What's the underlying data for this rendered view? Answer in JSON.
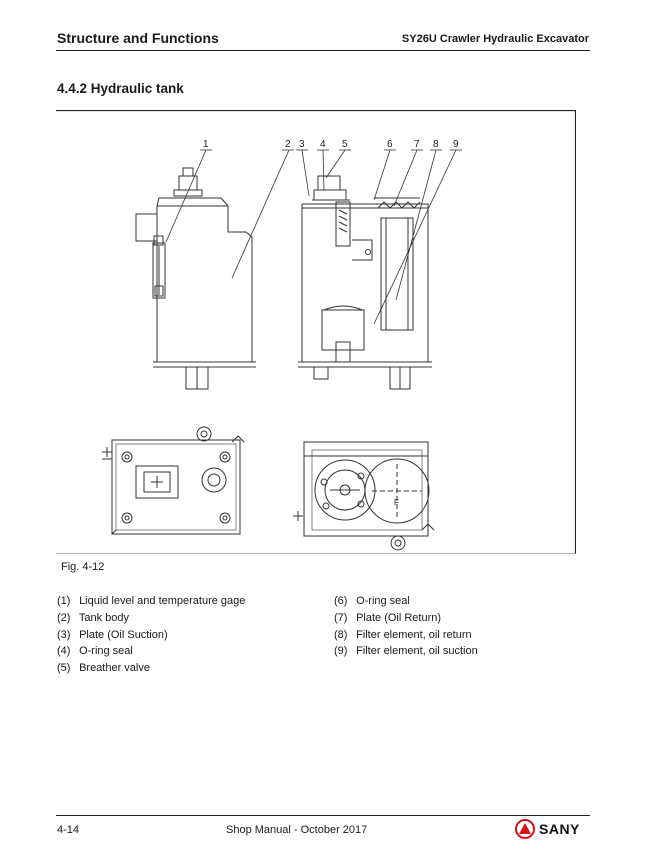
{
  "header": {
    "left": "Structure and Functions",
    "right": "SY26U Crawler Hydraulic Excavator"
  },
  "section_title": "4.4.2  Hydraulic tank",
  "figure": {
    "callouts": [
      "1",
      "2",
      "3",
      "4",
      "5",
      "6",
      "7",
      "8",
      "9"
    ],
    "section_letter": "F",
    "caption": "Fig.  4-12"
  },
  "parts_left": [
    {
      "num": "(1)",
      "label": "Liquid level and temperature gage"
    },
    {
      "num": "(2)",
      "label": "Tank body"
    },
    {
      "num": "(3)",
      "label": "Plate (Oil Suction)"
    },
    {
      "num": "(4)",
      "label": "O-ring seal"
    },
    {
      "num": "(5)",
      "label": "Breather valve"
    }
  ],
  "parts_right": [
    {
      "num": "(6)",
      "label": "O-ring seal"
    },
    {
      "num": "(7)",
      "label": "Plate (Oil Return)"
    },
    {
      "num": "(8)",
      "label": "Filter element, oil return"
    },
    {
      "num": "(9)",
      "label": "Filter element, oil suction"
    }
  ],
  "footer": {
    "page": "4-14",
    "center": "Shop Manual - October 2017",
    "logo_text": "SANY",
    "logo_color": "#d7141a"
  }
}
